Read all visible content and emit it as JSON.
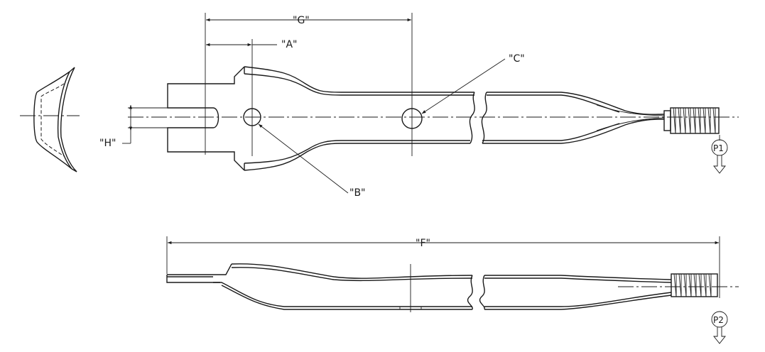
{
  "labels": {
    "G": "\"G\"",
    "A": "\"A\"",
    "C": "\"C\"",
    "H": "\"H\"",
    "B": "\"B\"",
    "F": "\"F\"",
    "P1": "P1",
    "P2": "P2"
  }
}
